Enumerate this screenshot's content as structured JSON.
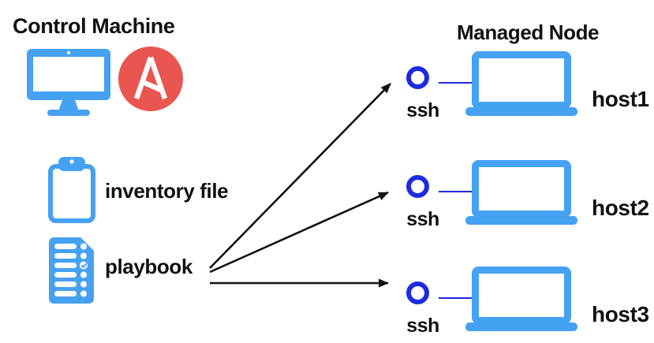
{
  "diagram": {
    "type": "architecture-diagram",
    "subject": "Ansible control machine to managed nodes over ssh",
    "control_machine": {
      "title": "Control Machine",
      "icons": [
        {
          "name": "desktop-monitor-icon",
          "meaning": "control machine computer"
        },
        {
          "name": "ansible-logo-icon",
          "meaning": "Ansible"
        }
      ],
      "items": [
        {
          "id": "inventory",
          "label": "inventory file",
          "icon": "clipboard-icon"
        },
        {
          "id": "playbook",
          "label": "playbook",
          "icon": "playbook-checklist-icon"
        }
      ]
    },
    "managed_node": {
      "title": "Managed Node",
      "connection_label": "ssh",
      "hosts": [
        {
          "name": "host1",
          "icon": "laptop-icon"
        },
        {
          "name": "host2",
          "icon": "laptop-icon"
        },
        {
          "name": "host3",
          "icon": "laptop-icon"
        }
      ]
    },
    "connections": [
      {
        "from": "playbook",
        "to": "host1 ssh endpoint",
        "style": "black arrow"
      },
      {
        "from": "playbook",
        "to": "host2 ssh endpoint",
        "style": "black arrow"
      },
      {
        "from": "playbook",
        "to": "host3 ssh endpoint",
        "style": "black arrow"
      }
    ],
    "colors": {
      "icon_blue": "#45A1F2",
      "ssh_blue": "#1C2BE0",
      "ansible_red": "#E8564F",
      "text": "#111111",
      "arrow": "#111111",
      "background": "#FFFFFF"
    }
  }
}
